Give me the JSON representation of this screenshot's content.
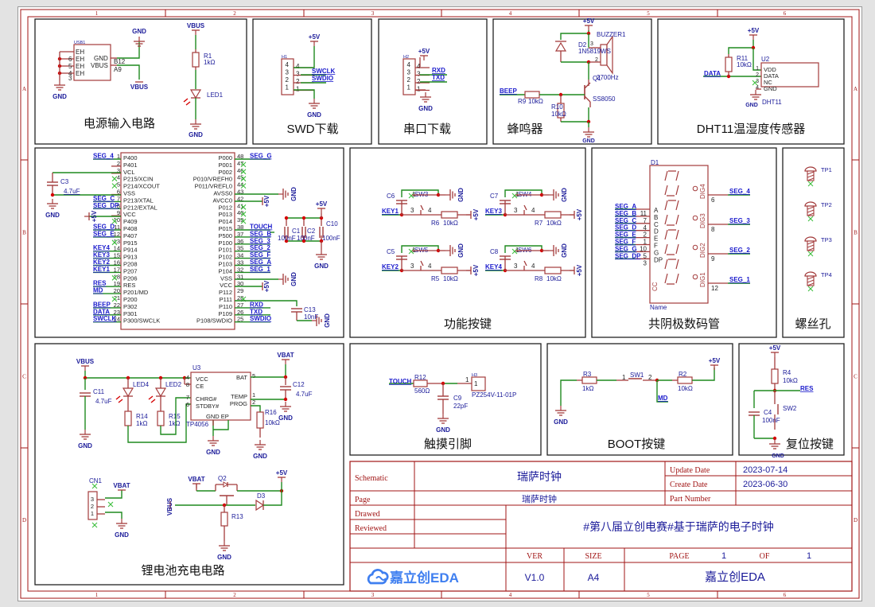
{
  "frame": {
    "columns": [
      "1",
      "2",
      "3",
      "4",
      "5",
      "6"
    ],
    "rows": [
      "A",
      "B",
      "C",
      "D"
    ]
  },
  "colors": {
    "frame": "#a11515",
    "wire": "#1f8a1f",
    "pin": "#a33b3b",
    "net_label": "#1a1acc",
    "designator": "#1a1a99",
    "junction": "#d40000",
    "box": "#222222",
    "brand_blue": "#3f7ff0"
  },
  "blocks": {
    "power_input": {
      "title": "电源输入电路"
    },
    "swd": {
      "title": "SWD下载"
    },
    "uart": {
      "title": "串口下载"
    },
    "buzzer": {
      "title": "蜂鸣器"
    },
    "dht11": {
      "title": "DHT11温湿度传感器"
    },
    "mcu": {
      "title": ""
    },
    "keys": {
      "title": "功能按键"
    },
    "segment": {
      "title": "共阴极数码管"
    },
    "screws": {
      "title": "螺丝孔"
    },
    "charger": {
      "title": "锂电池充电电路"
    },
    "touch": {
      "title": "触摸引脚"
    },
    "boot": {
      "title": "BOOT按键"
    },
    "reset": {
      "title": "复位按键"
    }
  },
  "labels": {
    "gnd": "GND",
    "vbus": "VBUS",
    "vbat": "VBAT",
    "p5v": "+5V",
    "usb1": "USB1",
    "eh": "EH",
    "usb_gnd": "GND",
    "usb_vbus": "VBUS",
    "b12": "B12",
    "a9": "A9",
    "usb_pins": [
      "6",
      "5",
      "4",
      "3"
    ],
    "r1": "R1",
    "r1v": "1kΩ",
    "led1": "LED1",
    "h1": "H1",
    "h2": "H2",
    "h3": "H3",
    "swclk": "SWCLK",
    "swdio": "SWDIO",
    "rxd": "RXD",
    "txd": "TXD",
    "hdr_pins": [
      "4",
      "3",
      "2",
      "1"
    ],
    "buzzer1": "BUZZER1",
    "d2": "D2",
    "d2v": "1N5819WS",
    "bz_freq": "2700Hz",
    "q1": "Q1",
    "q1v": "SS8050",
    "r9": "R9",
    "r9v": "10kΩ",
    "r10": "R10",
    "r10v": "10kΩ",
    "beep": "BEEP",
    "r11": "R11",
    "r11v": "10kΩ",
    "u2": "U2",
    "dht_pins": [
      "VDD",
      "DATA",
      "NC",
      "GND"
    ],
    "dht_name": "DHT11",
    "data": "DATA",
    "mcu_left": [
      [
        "1",
        "P400",
        "SEG_4"
      ],
      [
        "2",
        "P401",
        ""
      ],
      [
        "3",
        "VCL",
        ""
      ],
      [
        "4",
        "P215/XCIN",
        ""
      ],
      [
        "5",
        "P214/XCOUT",
        ""
      ],
      [
        "6",
        "VSS",
        ""
      ],
      [
        "7",
        "P213/XTAL",
        "SEG_C"
      ],
      [
        "8",
        "P212/EXTAL",
        "SEG_DP"
      ],
      [
        "9",
        "VCC",
        ""
      ],
      [
        "10",
        "P409",
        ""
      ],
      [
        "11",
        "P408",
        "SEG_D"
      ],
      [
        "12",
        "P407",
        "SEG_E"
      ],
      [
        "13",
        "P915",
        ""
      ],
      [
        "14",
        "P914",
        "KEY4"
      ],
      [
        "15",
        "P913",
        "KEY3"
      ],
      [
        "16",
        "P208",
        "KEY2"
      ],
      [
        "17",
        "P207",
        "KEY1"
      ],
      [
        "18",
        "P206",
        ""
      ],
      [
        "19",
        "RES",
        "RES"
      ],
      [
        "20",
        "P201/MD",
        "MD"
      ],
      [
        "21",
        "P200",
        ""
      ],
      [
        "22",
        "P302",
        "BEEP"
      ],
      [
        "23",
        "P301",
        "DATA"
      ],
      [
        "24",
        "P300/SWCLK",
        "SWCLK"
      ]
    ],
    "mcu_right": [
      [
        "48",
        "P000",
        "SEG_G"
      ],
      [
        "47",
        "P001",
        ""
      ],
      [
        "46",
        "P002",
        ""
      ],
      [
        "45",
        "P010/VREFH0",
        ""
      ],
      [
        "44",
        "P011/VREFL0",
        ""
      ],
      [
        "43",
        "AVSS0",
        ""
      ],
      [
        "42",
        "AVCC0",
        ""
      ],
      [
        "41",
        "P012",
        ""
      ],
      [
        "40",
        "P013",
        ""
      ],
      [
        "39",
        "P014",
        ""
      ],
      [
        "38",
        "P015",
        "TOUCH"
      ],
      [
        "37",
        "P500",
        "SEG_B"
      ],
      [
        "36",
        "P100",
        "SEG_3"
      ],
      [
        "35",
        "P101",
        "SEG_2"
      ],
      [
        "34",
        "P102",
        "SEG_F"
      ],
      [
        "33",
        "P103",
        "SEG_A"
      ],
      [
        "32",
        "P104",
        "SEG_1"
      ],
      [
        "31",
        "VSS",
        ""
      ],
      [
        "30",
        "VCC",
        ""
      ],
      [
        "29",
        "P112",
        ""
      ],
      [
        "28",
        "P111",
        ""
      ],
      [
        "27",
        "P110",
        "RXD"
      ],
      [
        "26",
        "P109",
        "TXD"
      ],
      [
        "25",
        "P108/SWDIO",
        "SWDIO"
      ]
    ],
    "c3": "C3",
    "c3v": "4.7uF",
    "c1": "C1",
    "c2": "C2",
    "c10": "C10",
    "c100n": "100nF",
    "c13": "C13",
    "c13v": "10nF",
    "keys": [
      {
        "key": "KEY1",
        "c": "C6",
        "sw": "SW3",
        "r": "R6",
        "rv": "10kΩ"
      },
      {
        "key": "KEY3",
        "c": "C7",
        "sw": "SW4",
        "r": "R7",
        "rv": "10kΩ"
      },
      {
        "key": "KEY2",
        "c": "C5",
        "sw": "SW5",
        "r": "R5",
        "rv": "10kΩ"
      },
      {
        "key": "KEY4",
        "c": "C8",
        "sw": "SW6",
        "r": "R8",
        "rv": "10kΩ"
      }
    ],
    "d1": "D1",
    "d1_name": "Name",
    "cc": "CC",
    "seg_left": [
      [
        "SEG_A",
        "11",
        "A"
      ],
      [
        "SEG_B",
        "7",
        "B"
      ],
      [
        "SEG_C",
        "4",
        "C"
      ],
      [
        "SEG_D",
        "2",
        "D"
      ],
      [
        "SEG_E",
        "1",
        "E"
      ],
      [
        "SEG_F",
        "10",
        "F"
      ],
      [
        "SEG_G",
        "5",
        "G"
      ],
      [
        "SEG_DP",
        "3",
        "DP"
      ]
    ],
    "seg_right": [
      [
        "SEG_4",
        "6",
        "DIG4"
      ],
      [
        "SEG_3",
        "8",
        "DIG3"
      ],
      [
        "SEG_2",
        "9",
        "DIG2"
      ],
      [
        "SEG_1",
        "12",
        "DIG1"
      ]
    ],
    "tps": [
      "TP1",
      "TP2",
      "TP3",
      "TP4"
    ],
    "u3": "U3",
    "u3_name": "TP4056",
    "u3_left": [
      [
        "4",
        "VCC"
      ],
      [
        "8",
        "CE"
      ],
      [
        "7",
        "CHRG#"
      ],
      [
        "6",
        "STDBY#"
      ]
    ],
    "u3_right": [
      [
        "5",
        "BAT"
      ],
      [
        "1",
        "TEMP"
      ],
      [
        "2",
        "PROG"
      ]
    ],
    "u3_bottom": "GND  EP",
    "c11": "C11",
    "c11v": "4.7uF",
    "c12": "C12",
    "c12v": "4.7uF",
    "led4": "LED4",
    "led2": "LED2",
    "r14": "R14",
    "r14v": "1kΩ",
    "r15": "R15",
    "r15v": "1kΩ",
    "r16": "R16",
    "r16v": "10kΩ",
    "cn1": "CN1",
    "cn_pins": [
      "3",
      "2",
      "1"
    ],
    "q2": "Q2",
    "d3": "D3",
    "r13": "R13",
    "touch": "TOUCH",
    "r12": "R12",
    "r12v": "560Ω",
    "c9": "C9",
    "c9v": "22pF",
    "h3_part": "PZ254V-11-01P",
    "r3": "R3",
    "r3v": "1kΩ",
    "sw1": "SW1",
    "r2": "R2",
    "r2v": "10kΩ",
    "md": "MD",
    "r4": "R4",
    "r4v": "10kΩ",
    "res": "RES",
    "c4": "C4",
    "c4v": "100nF",
    "sw2": "SW2"
  },
  "title_block": {
    "schematic_label": "Schematic",
    "schematic_value": "瑞萨时钟",
    "page_label": "Page",
    "page_value": "瑞萨时钟",
    "drawed_label": "Drawed",
    "reviewed_label": "Reviewed",
    "update_label": "Update Date",
    "update_value": "2023-07-14",
    "create_label": "Create Date",
    "create_value": "2023-06-30",
    "part_label": "Part Number",
    "part_value": "",
    "description": "#第八届立创电赛#基于瑞萨的电子时钟",
    "ver_label": "VER",
    "ver_value": "V1.0",
    "size_label": "SIZE",
    "size_value": "A4",
    "page_num_label": "PAGE",
    "page_num": "1",
    "of_label": "OF",
    "page_total": "1",
    "logo_text": "嘉立创EDA",
    "company": "嘉立创EDA"
  }
}
